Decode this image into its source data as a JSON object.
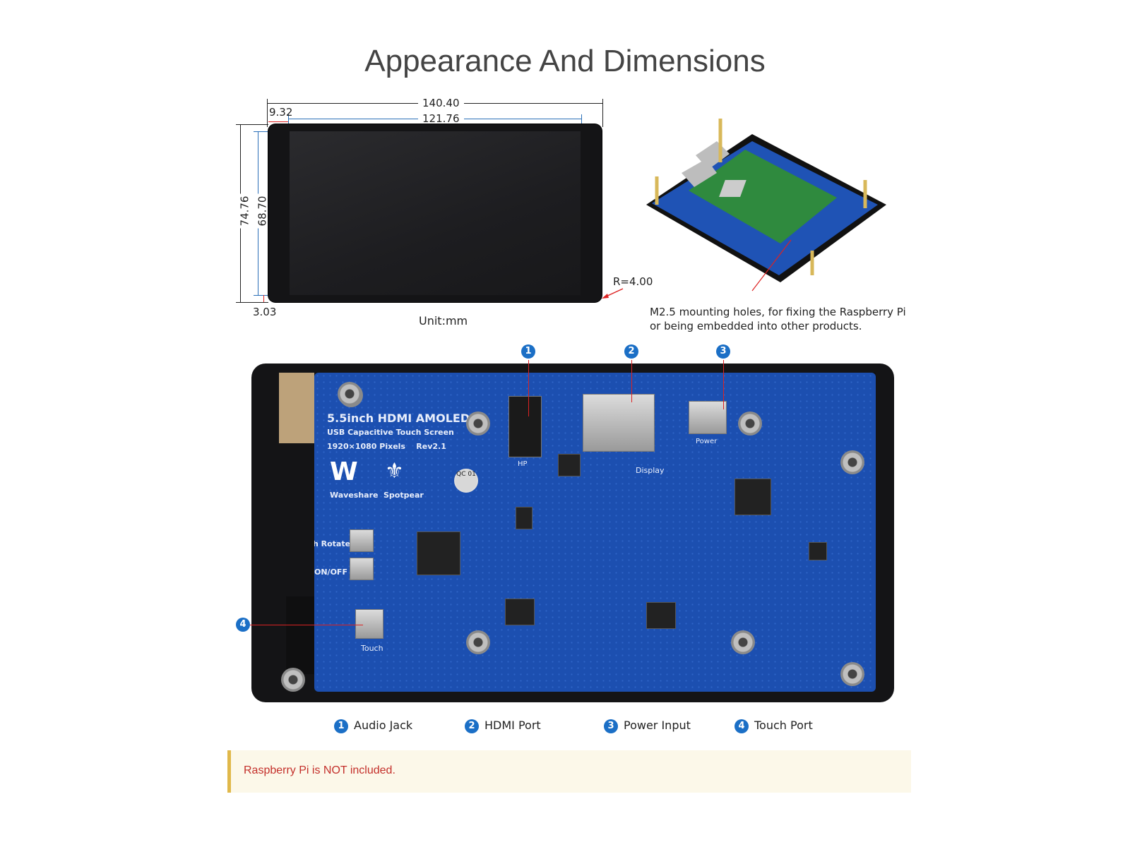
{
  "title": "Appearance And Dimensions",
  "dimensions": {
    "total_width": "140.40",
    "display_width": "121.76",
    "left_margin": "9.32",
    "total_height": "74.76",
    "display_height": "68.70",
    "bottom_margin": "3.03",
    "corner_radius": "R=4.00",
    "unit": "Unit:mm"
  },
  "mounting_caption": {
    "line1": "M2.5 mounting holes, for fixing the Raspberry Pi",
    "line2": "or being embedded into other products."
  },
  "board": {
    "product_name": "5.5inch HDMI AMOLED",
    "subtitle": "USB Capacitive Touch Screen",
    "specs": "1920×1080 Pixels    Rev2.1",
    "brand1": "Waveshare",
    "brand2": "Spotpear",
    "qc": "QC 01",
    "hp_label": "HP",
    "display_label": "Display",
    "power_label": "Power",
    "touch_rotate_label": "Touch Rotate",
    "onoff_label": "ON/OFF",
    "touch_label": "Touch"
  },
  "callouts": [
    "1",
    "2",
    "3",
    "4"
  ],
  "legend": [
    {
      "num": "1",
      "label": "Audio Jack"
    },
    {
      "num": "2",
      "label": "HDMI Port"
    },
    {
      "num": "3",
      "label": "Power Input"
    },
    {
      "num": "4",
      "label": "Touch Port"
    }
  ],
  "note": "Raspberry Pi is NOT included.",
  "colors": {
    "badge": "#1b6fc6",
    "pcb": "#1c4fb0",
    "note_text": "#c4302b",
    "note_bg": "#fcf8e9"
  }
}
